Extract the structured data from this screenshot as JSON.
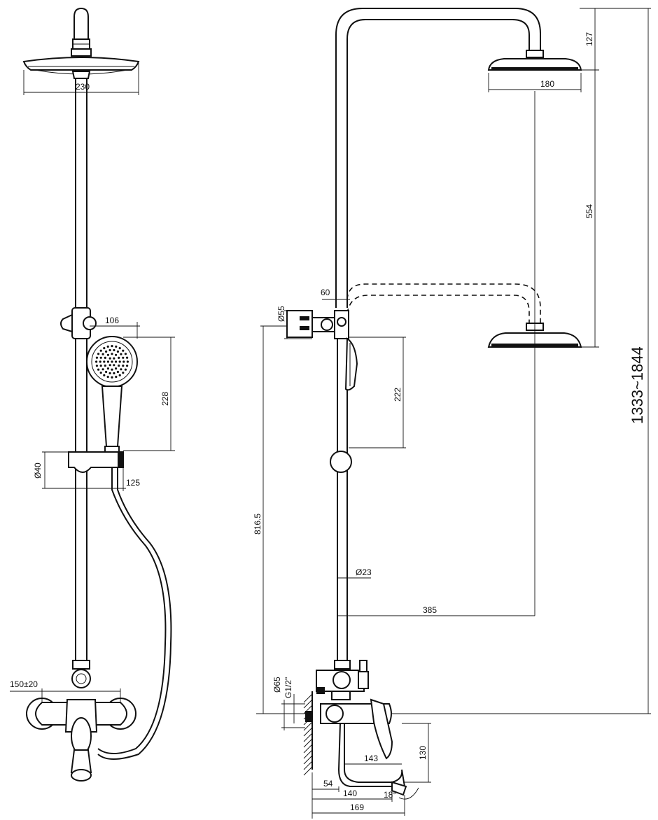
{
  "front_view": {
    "head_width": "230",
    "hand_head_offset": "106",
    "hand_length": "228",
    "holder_diameter": "Ø40",
    "holder_depth": "125",
    "mixer_spacing": "150±20"
  },
  "side_view": {
    "head_height": "127",
    "head_diameter": "180",
    "head_adjust": "554",
    "wall_holder_offset": "60",
    "wall_holder_diameter": "Ø55",
    "hand_length": "222",
    "total_height": "816.5",
    "pipe_diameter": "Ø23",
    "arm_reach": "385",
    "escutcheon_diameter": "Ø65",
    "thread": "G1/2\"",
    "spout_height": "130",
    "spout_length": "143",
    "wall_offset": "54",
    "body_depth": "140",
    "total_depth": "169",
    "spout_angle": "18°",
    "height_range": "1333~1844"
  }
}
